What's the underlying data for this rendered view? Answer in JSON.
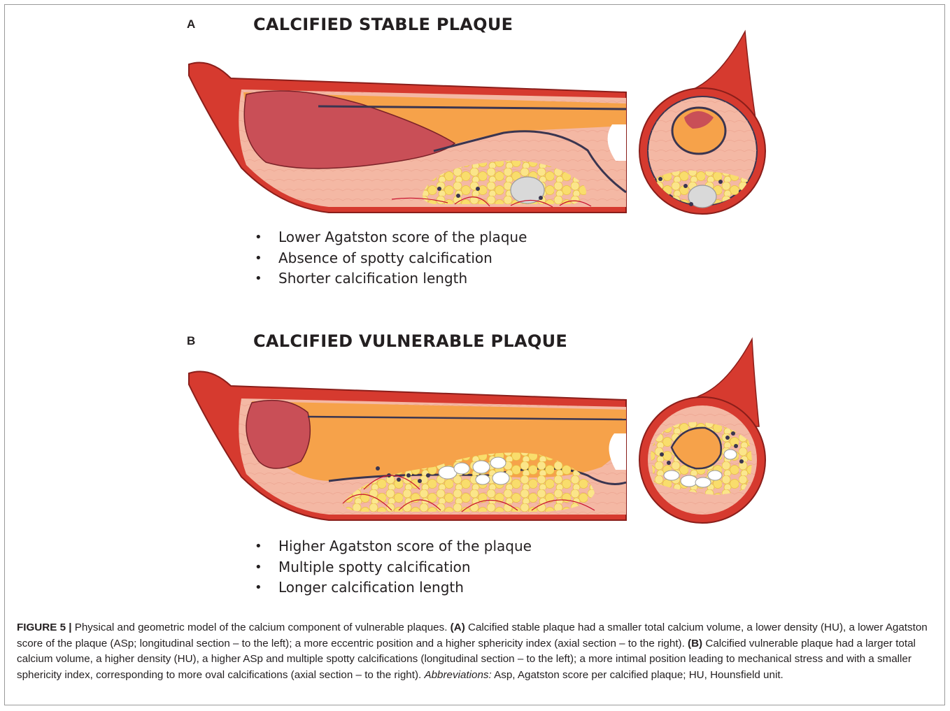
{
  "panels": [
    {
      "letter": "A",
      "title": "CALCIFIED STABLE PLAQUE",
      "bullets": [
        "Lower Agatston score of the plaque",
        "Absence of spotty calcification",
        "Shorter calcification length"
      ]
    },
    {
      "letter": "B",
      "title": "CALCIFIED VULNERABLE PLAQUE",
      "bullets": [
        "Higher Agatston score of the plaque",
        "Multiple spotty calcification",
        "Longer calcification length"
      ]
    }
  ],
  "caption": {
    "label": "FIGURE 5 |",
    "intro": " Physical and geometric model of the calcium component of vulnerable plaques. ",
    "a_label": "(A)",
    "a_text": " Calcified stable plaque had a smaller total calcium volume, a lower density (HU), a lower Agatston score of the plaque (ASp; longitudinal section – to the left); a more eccentric position and a higher sphericity index (axial section – to the right). ",
    "b_label": "(B)",
    "b_text": " Calcified vulnerable plaque had a larger total calcium volume, a higher density (HU), a higher ASp and multiple spotty calcifications (longitudinal section – to the left); a more intimal position leading to mechanical stress and with a smaller sphericity index, corresponding to more oval calcifications (axial section – to the right). ",
    "abbr_label": "Abbreviations:",
    "abbr_text": " Asp, Agatston score per calcified plaque; HU, Hounsfield unit."
  },
  "colors": {
    "adventitia": "#d63a2f",
    "media": "#f4b8a4",
    "intima": "#f6a24a",
    "lumen": "#c94f57",
    "calcium_fat": "#f8dc6a",
    "calcium_nodule": "#d9d9d9",
    "vessels": "#c8102e"
  }
}
